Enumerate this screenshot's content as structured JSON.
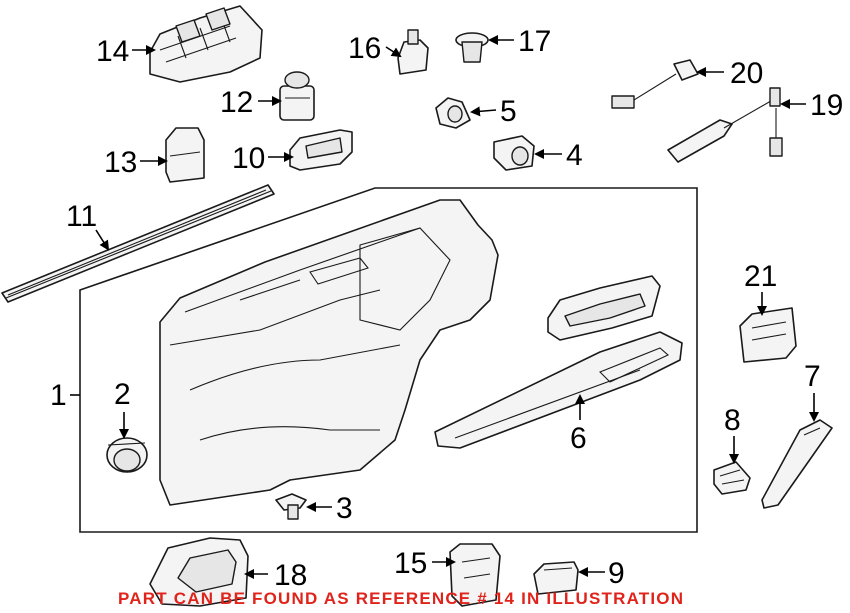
{
  "callouts": {
    "c1": "1",
    "c2": "2",
    "c3": "3",
    "c4": "4",
    "c5": "5",
    "c6": "6",
    "c7": "7",
    "c8": "8",
    "c9": "9",
    "c10": "10",
    "c11": "11",
    "c12": "12",
    "c13": "13",
    "c14": "14",
    "c15": "15",
    "c16": "16",
    "c17": "17",
    "c18": "18",
    "c19": "19",
    "c20": "20",
    "c21": "21"
  },
  "footer_note": "PART CAN BE FOUND AS REFERENCE # 14 IN ILLUSTRATION",
  "colors": {
    "footer_text": "#e0241b",
    "line": "#1a1a1a",
    "background": "#ffffff"
  }
}
